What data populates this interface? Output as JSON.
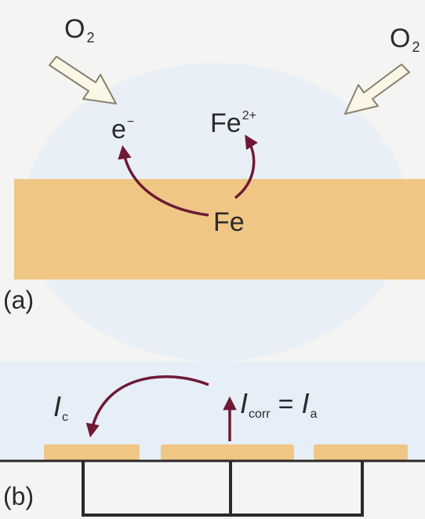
{
  "panel_a": {
    "label": "(a)",
    "oxygen_left": {
      "symbol": "O",
      "subscript": "2"
    },
    "oxygen_right": {
      "symbol": "O",
      "subscript": "2"
    },
    "electron": {
      "symbol": "e",
      "superscript": "−"
    },
    "ion": {
      "symbol": "Fe",
      "superscript": "2+"
    },
    "metal": "Fe"
  },
  "panel_b": {
    "label": "(b)",
    "cathodic_current": {
      "symbol": "I",
      "subscript": "c"
    },
    "corrosion_current": {
      "symbol": "I",
      "subscript": "corr"
    },
    "equals": "=",
    "anodic_current": {
      "symbol": "I",
      "subscript": "a"
    }
  },
  "colors": {
    "metal": "#f0c685",
    "solution": "#e6eef8",
    "arrow": "#6e1a35",
    "oxygen_arrow_fill": "#fbf7e7",
    "oxygen_arrow_stroke": "#8a8170",
    "circuit": "#2a2a2a"
  }
}
